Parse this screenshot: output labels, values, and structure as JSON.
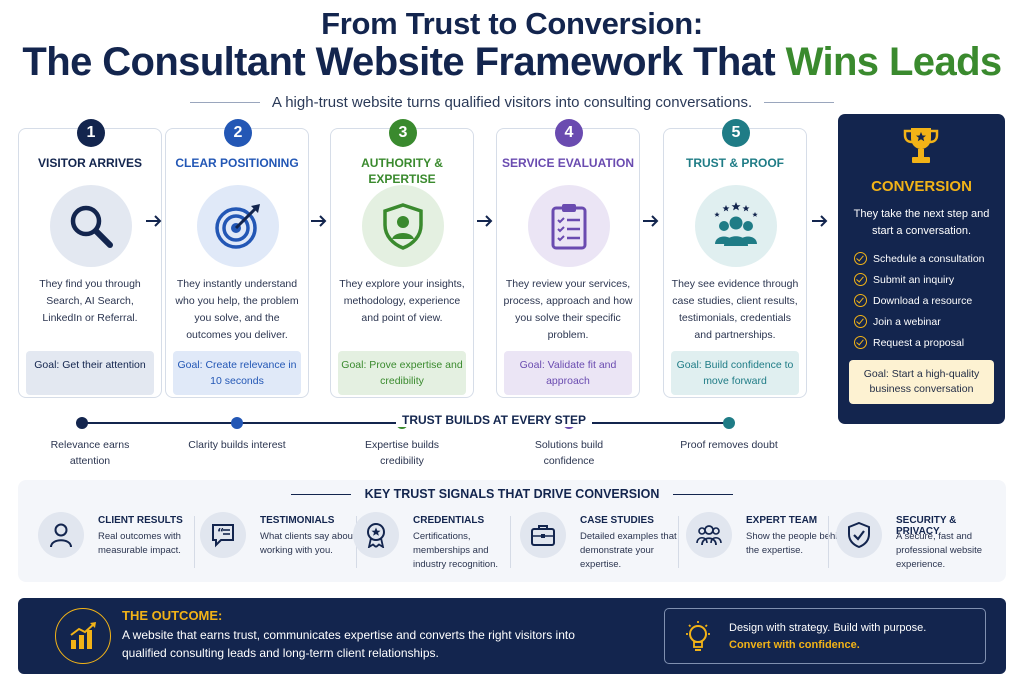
{
  "header": {
    "title_line1": "From Trust to Conversion:",
    "title_line2_main": "The Consultant Website Framework That ",
    "title_line2_highlight": "Wins Leads",
    "subtitle": "A high-trust website turns qualified visitors into consulting conversations."
  },
  "steps": [
    {
      "number": "1",
      "title": "VISITOR ARRIVES",
      "icon": "search-icon",
      "description": "They find you through Search, AI Search, LinkedIn or Referral.",
      "goal": "Goal: Get their attention",
      "color": "#13254e"
    },
    {
      "number": "2",
      "title": "CLEAR POSITIONING",
      "icon": "target-icon",
      "description": "They instantly understand who you help, the problem you solve, and the outcomes you deliver.",
      "goal": "Goal: Create relevance in 10 seconds",
      "color": "#2357b5"
    },
    {
      "number": "3",
      "title": "AUTHORITY & EXPERTISE",
      "icon": "shield-user-icon",
      "description": "They explore your insights, methodology, experience and point of view.",
      "goal": "Goal: Prove expertise and credibility",
      "color": "#3a8a2e"
    },
    {
      "number": "4",
      "title": "SERVICE EVALUATION",
      "icon": "clipboard-checklist-icon",
      "description": "They review your services, process, approach and how you solve their specific problem.",
      "goal": "Goal: Validate fit and approach",
      "color": "#6a4bb0"
    },
    {
      "number": "5",
      "title": "TRUST & PROOF",
      "icon": "team-stars-icon",
      "description": "They see evidence through case studies, client results, testimonials, credentials and partnerships.",
      "goal": "Goal: Build confidence to move forward",
      "color": "#1f7c86"
    }
  ],
  "conversion": {
    "icon": "trophy-icon",
    "title": "CONVERSION",
    "subtitle": "They take the next step and start a conversation.",
    "actions": [
      "Schedule a consultation",
      "Submit an inquiry",
      "Download a resource",
      "Join a webinar",
      "Request a proposal"
    ],
    "goal": "Goal: Start a high-quality business conversation",
    "accent": "#f2b317"
  },
  "timeline": {
    "label": "TRUST BUILDS AT EVERY STEP",
    "captions": [
      "Relevance earns attention",
      "Clarity builds interest",
      "Expertise builds credibility",
      "Solutions build confidence",
      "Proof removes doubt"
    ]
  },
  "signals": {
    "title": "KEY TRUST SIGNALS THAT DRIVE CONVERSION",
    "items": [
      {
        "title": "CLIENT RESULTS",
        "desc": "Real outcomes with measurable impact.",
        "icon": "person-icon"
      },
      {
        "title": "TESTIMONIALS",
        "desc": "What clients say about working with you.",
        "icon": "quote-bubble-icon"
      },
      {
        "title": "CREDENTIALS",
        "desc": "Certifications, memberships and industry recognition.",
        "icon": "award-badge-icon"
      },
      {
        "title": "CASE STUDIES",
        "desc": "Detailed examples that demonstrate your expertise.",
        "icon": "briefcase-icon"
      },
      {
        "title": "EXPERT TEAM",
        "desc": "Show the people behind the expertise.",
        "icon": "team-icon"
      },
      {
        "title": "SECURITY & PRIVACY",
        "desc": "A secure, fast and professional website experience.",
        "icon": "shield-check-icon"
      }
    ]
  },
  "outcome": {
    "icon": "growth-chart-icon",
    "title": "THE OUTCOME:",
    "text": "A website that earns trust, communicates expertise and converts the right visitors into qualified consulting leads and long-term client relationships.",
    "box_icon": "lightbulb-icon",
    "box_line1": "Design with strategy. Build with purpose.",
    "box_line2": "Convert with confidence."
  }
}
